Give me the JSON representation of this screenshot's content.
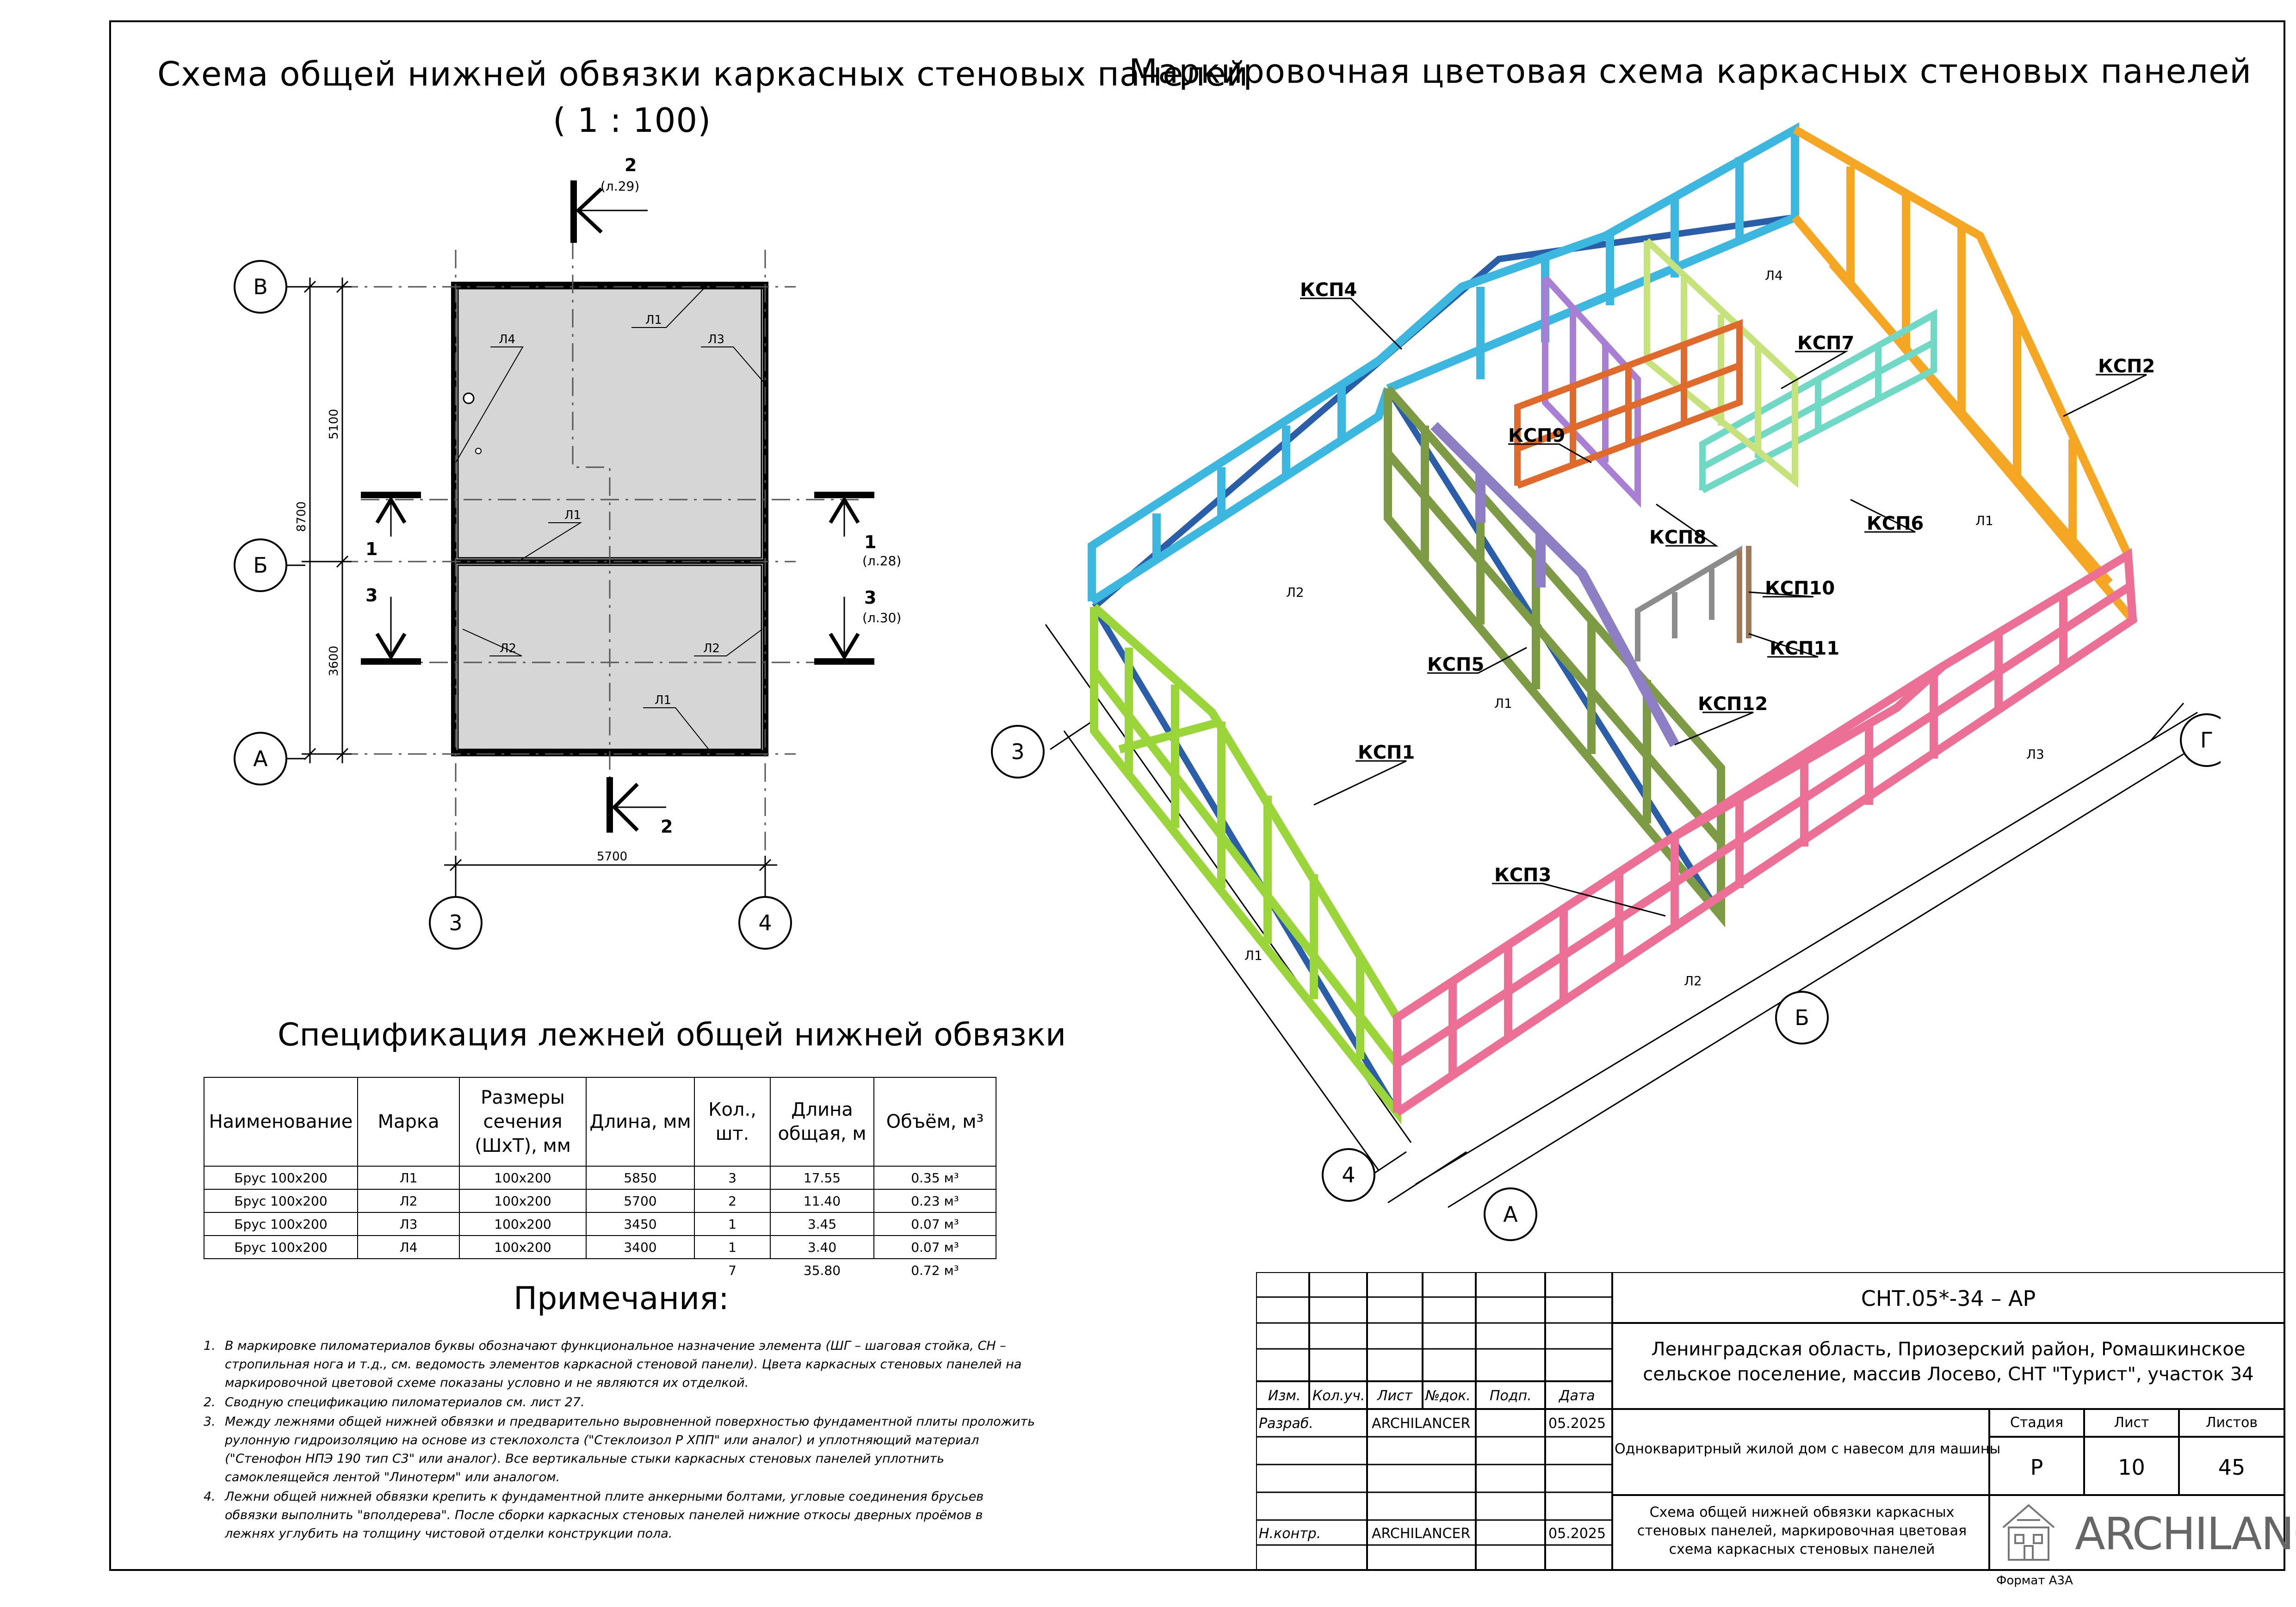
{
  "left_title": {
    "line1": "Схема общей нижней обвязки каркасных стеновых панелей",
    "line2": "( 1 : 100)"
  },
  "right_title": "Маркировочная цветовая схема каркасных стеновых панелей",
  "plan": {
    "axes_rows": [
      "В",
      "Б",
      "А"
    ],
    "axes_cols": [
      "3",
      "4"
    ],
    "dims": {
      "total": "8700",
      "upper": "5100",
      "lower": "3600",
      "width": "5700"
    },
    "beam_labels": [
      "Л1",
      "Л1",
      "Л1",
      "Л2",
      "Л2",
      "Л3",
      "Л4"
    ],
    "sections": [
      {
        "num": "2",
        "ref": "(л.29)"
      },
      {
        "num": "2",
        "ref": ""
      },
      {
        "num": "1",
        "ref": "(л.28)"
      },
      {
        "num": "1",
        "ref": ""
      },
      {
        "num": "3",
        "ref": "(л.30)"
      },
      {
        "num": "3",
        "ref": ""
      }
    ]
  },
  "iso": {
    "panels": [
      {
        "label": "КСП1",
        "color": "#9ad63a"
      },
      {
        "label": "КСП2",
        "color": "#f5a623"
      },
      {
        "label": "КСП3",
        "color": "#ec6f96"
      },
      {
        "label": "КСП4",
        "color": "#3cb7e0"
      },
      {
        "label": "КСП5",
        "color": "#7d9a44"
      },
      {
        "label": "КСП6",
        "color": "#6fd9c6"
      },
      {
        "label": "КСП7",
        "color": "#c6e27a"
      },
      {
        "label": "КСП8",
        "color": "#e06a2c"
      },
      {
        "label": "КСП9",
        "color": "#a97fd6"
      },
      {
        "label": "КСП10",
        "color": "#8c8c8c"
      },
      {
        "label": "КСП11",
        "color": "#9c7a5a"
      },
      {
        "label": "КСП12",
        "color": "#8e7fc4"
      }
    ],
    "beam_labels": [
      "Л1",
      "Л1",
      "Л1",
      "Л2",
      "Л2",
      "Л3",
      "Л4"
    ],
    "axes": [
      "3",
      "4",
      "А",
      "Б",
      "Г"
    ]
  },
  "spec": {
    "title": "Спецификация лежней общей нижней обвязки",
    "headers": [
      "Наименование",
      "Марка",
      "Размеры сечения (ШхТ), мм",
      "Длина, мм",
      "Кол., шт.",
      "Длина общая, м",
      "Объём, м³"
    ],
    "rows": [
      [
        "Брус 100х200",
        "Л1",
        "100х200",
        "5850",
        "3",
        "17.55",
        "0.35 м³"
      ],
      [
        "Брус 100х200",
        "Л2",
        "100х200",
        "5700",
        "2",
        "11.40",
        "0.23 м³"
      ],
      [
        "Брус 100х200",
        "Л3",
        "100х200",
        "3450",
        "1",
        "3.45",
        "0.07 м³"
      ],
      [
        "Брус 100х200",
        "Л4",
        "100х200",
        "3400",
        "1",
        "3.40",
        "0.07 м³"
      ]
    ],
    "total": [
      "",
      "",
      "",
      "",
      "7",
      "35.80",
      "0.72 м³"
    ]
  },
  "notes": {
    "title": "Примечания:",
    "items": [
      "В маркировке пиломатериалов буквы обозначают функциональное назначение элемента (ШГ – шаговая стойка, СН – стропильная нога и т.д., см. ведомость элементов каркасной стеновой панели). Цвета каркасных стеновых панелей на маркировочной цветовой схеме показаны условно и не являются их отделкой.",
      "Сводную спецификацию пиломатериалов см. лист 27.",
      "Между лежнями общей нижней обвязки и предварительно выровненной поверхностью фундаментной плиты проложить рулонную гидроизоляцию на основе из стеклохолста (\"Стеклоизол Р ХПП\" или аналог) и уплотняющий материал (\"Стенофон НПЭ 190 тип С3\" или аналог). Все вертикальные стыки каркасных стеновых панелей уплотнить самоклеящейся лентой \"Линотерм\" или аналогом.",
      "Лежни общей нижней обвязки крепить к фундаментной плите анкерными болтами, угловые соединения брусьев обвязки выполнить \"вполдерева\". После сборки каркасных стеновых панелей нижние откосы дверных проёмов в лежнях углубить на толщину чистовой отделки конструкции пола."
    ]
  },
  "title_block": {
    "code": "СНТ.05*-34 – АР",
    "address": "Ленинградская область, Приозерский район, Ромашкинское сельское поселение, массив Лосево, СНТ \"Турист\", участок 34",
    "headers": [
      "Изм.",
      "Кол.уч.",
      "Лист",
      "№док.",
      "Подп.",
      "Дата"
    ],
    "row_razrab": {
      "role": "Разраб.",
      "name": "ARCHILANCER",
      "date": "05.2025"
    },
    "row_nkontr": {
      "role": "Н.контр.",
      "name": "ARCHILANCER",
      "date": "05.2025"
    },
    "building": "Однокваритрный жилой дом с навесом для машины",
    "stage_header": "Стадия",
    "sheet_header": "Лист",
    "sheets_header": "Листов",
    "stage": "Р",
    "sheet": "10",
    "sheets": "45",
    "sheet_title": "Схема общей нижней обвязки каркасных стеновых панелей, маркировочная цветовая схема каркасных стеновых панелей",
    "logo_text": "ARCHILANCER",
    "format": "Формат А3А"
  }
}
